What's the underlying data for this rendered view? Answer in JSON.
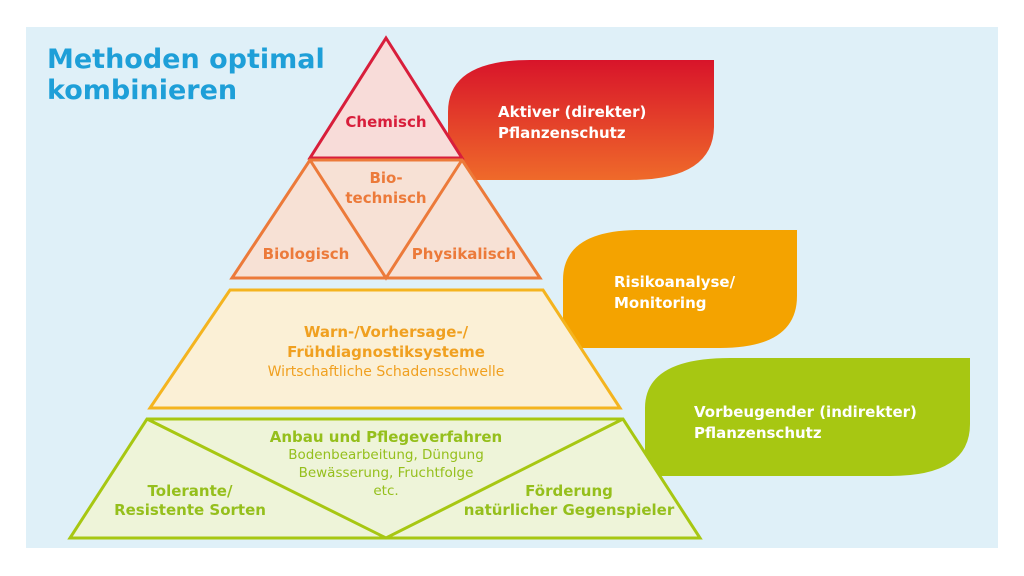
{
  "title": {
    "line1": "Methoden optimal",
    "line2": "kombinieren"
  },
  "colors": {
    "background": "#dff0f8",
    "title": "#1e9fd8",
    "chemical": "#d81e3b",
    "biotech": "#ec7a3a",
    "warning": "#f0a020",
    "prevention": "#95bf1c"
  },
  "pyramid": {
    "top": {
      "label": "Chemisch"
    },
    "second": {
      "left": "Biologisch",
      "center_line1": "Bio-",
      "center_line2": "technisch",
      "right": "Physikalisch"
    },
    "third": {
      "line1": "Warn-/Vorhersage-/",
      "line2": "Frühdiagnostiksysteme",
      "line3": "Wirtschaftliche Schadensschwelle"
    },
    "base": {
      "center_title": "Anbau und Pflegeverfahren",
      "center_line1": "Bodenbearbeitung, Düngung",
      "center_line2": "Bewässerung, Fruchtfolge",
      "center_line3": "etc.",
      "left_line1": "Tolerante/",
      "left_line2": "Resistente Sorten",
      "right_line1": "Förderung",
      "right_line2": "natürlicher Gegenspieler"
    }
  },
  "tabs": {
    "active": {
      "line1": "Aktiver (direkter)",
      "line2": "Pflanzenschutz"
    },
    "risk": {
      "line1": "Risikoanalyse/",
      "line2": "Monitoring"
    },
    "preventive": {
      "line1": "Vorbeugender (indirekter)",
      "line2": "Pflanzenschutz"
    }
  }
}
